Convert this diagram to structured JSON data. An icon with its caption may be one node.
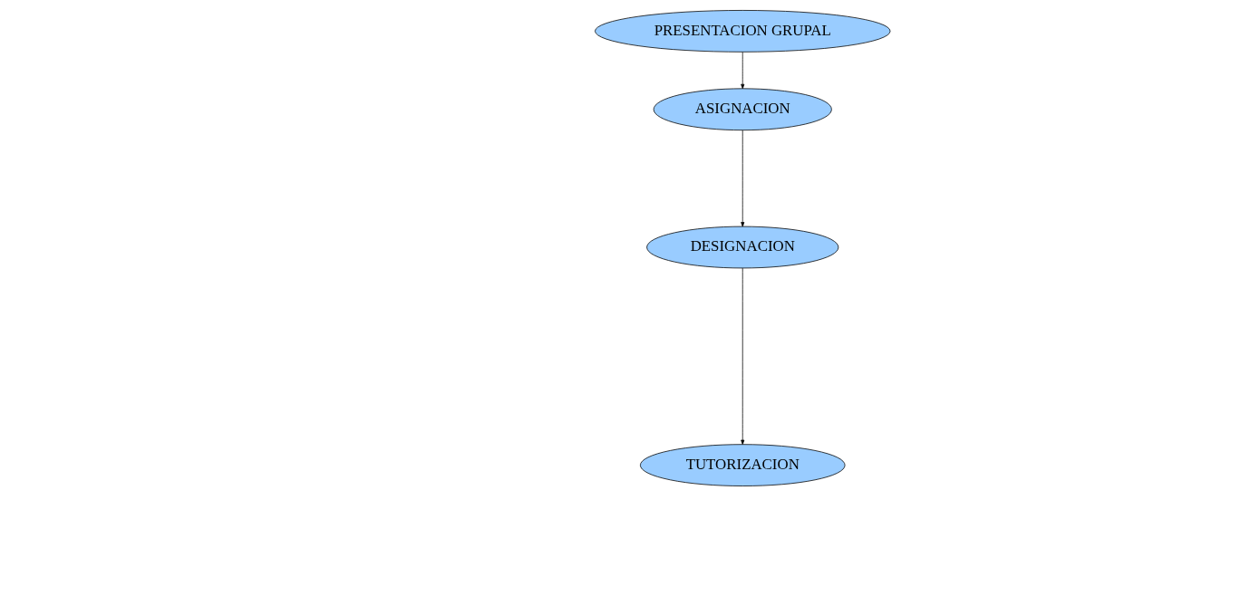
{
  "diagram": {
    "nodes": [
      {
        "text": [
          "PRESENTACION GRUPAL"
        ]
      },
      {
        "text": [
          "ASIGNACION"
        ]
      },
      {
        "text": [
          "DESIGNACION"
        ]
      },
      {
        "text": [
          "TUTORIZACION"
        ]
      }
    ],
    "edges": [
      {
        "from": 0,
        "to": 1,
        "arrow": "to"
      },
      {
        "from": 1,
        "to": 2,
        "arrow": "to"
      },
      {
        "from": 2,
        "to": 3,
        "arrow": "to"
      }
    ]
  }
}
